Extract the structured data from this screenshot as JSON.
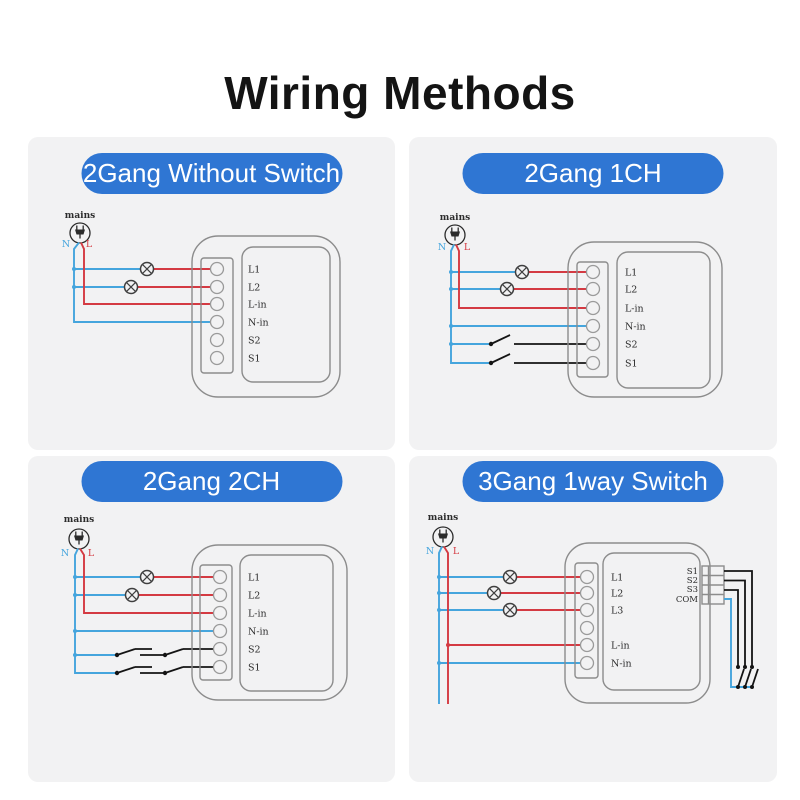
{
  "title": "Wiring Methods",
  "colors": {
    "accent": "#2f76d3",
    "pill_text": "#ffffff",
    "title_color": "#141414",
    "panel_bg": "#f2f2f3",
    "wire_live": "#d43a42",
    "wire_neutral": "#45a5dd",
    "wire_switch": "#141414",
    "outline": "#8c8c8c",
    "label_color": "#2b2b2b"
  },
  "panels": [
    {
      "id": "2gang-without-switch",
      "header": "2Gang Without Switch",
      "mains": "mains",
      "neutral": "N",
      "live": "L",
      "terminals": [
        "L1",
        "L2",
        "L-in",
        "N-in",
        "S2",
        "S1"
      ]
    },
    {
      "id": "2gang-1ch",
      "header": "2Gang 1CH",
      "mains": "mains",
      "neutral": "N",
      "live": "L",
      "terminals": [
        "L1",
        "L2",
        "L-in",
        "N-in",
        "S2",
        "S1"
      ]
    },
    {
      "id": "2gang-2ch",
      "header": "2Gang 2CH",
      "mains": "mains",
      "neutral": "N",
      "live": "L",
      "terminals": [
        "L1",
        "L2",
        "L-in",
        "N-in",
        "S2",
        "S1"
      ]
    },
    {
      "id": "3gang-1way-switch",
      "header": "3Gang 1way Switch",
      "mains": "mains",
      "neutral": "N",
      "live": "L",
      "terminals": [
        "L1",
        "L2",
        "L3",
        "",
        "L-in",
        "N-in"
      ],
      "signal_labels": [
        "S1",
        "S2",
        "S3",
        "COM"
      ]
    }
  ]
}
